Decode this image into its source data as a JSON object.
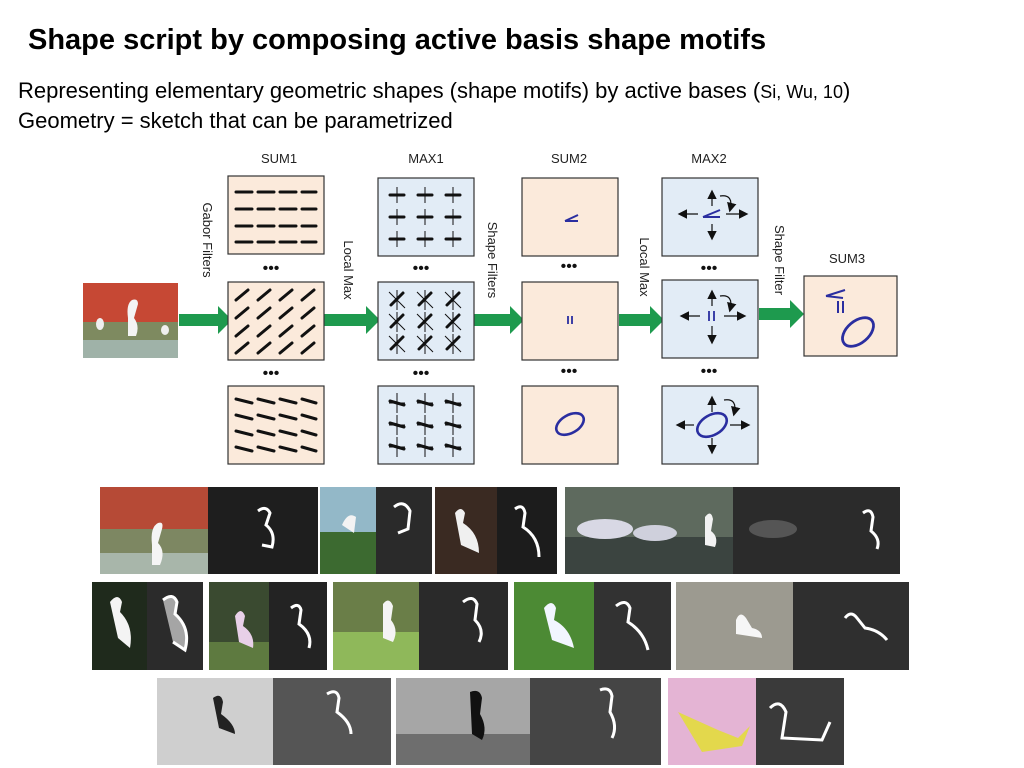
{
  "slide": {
    "title": "Shape script by composing active basis shape motifs",
    "line1_prefix": "Representing elementary geometric shapes (shape motifs) by active bases (",
    "line1_cite": "Si, Wu, 10",
    "line1_suffix": ")",
    "line2": "Geometry = sketch that can be parametrized"
  },
  "diagram": {
    "col_labels": {
      "sum1": "SUM1",
      "max1": "MAX1",
      "sum2": "SUM2",
      "max2": "MAX2",
      "sum3": "SUM3"
    },
    "arrow_labels": {
      "gabor": "Gabor Filters",
      "localmax1": "Local Max",
      "shape_filters": "Shape Filters",
      "localmax2": "Local Max",
      "shape_filter": "Shape Filter"
    },
    "ellipsis": "•••",
    "colors": {
      "sum_bg": "#fbeadb",
      "max_bg": "#e2ecf6",
      "arrow": "#1e9a4e",
      "motif": "#2a2ea0"
    }
  }
}
